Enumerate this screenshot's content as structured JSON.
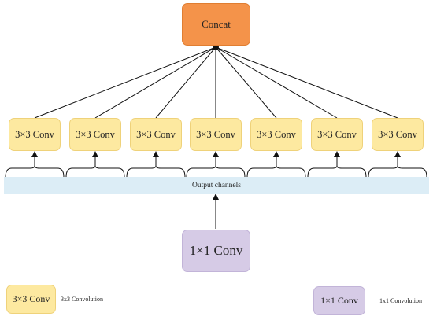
{
  "concat": {
    "label": "Concat"
  },
  "convs": [
    {
      "label": "3×3 Conv"
    },
    {
      "label": "3×3 Conv"
    },
    {
      "label": "3×3 Conv"
    },
    {
      "label": "3×3 Conv"
    },
    {
      "label": "3×3 Conv"
    },
    {
      "label": "3×3 Conv"
    },
    {
      "label": "3×3 Conv"
    }
  ],
  "output_channels": {
    "label": "Output channels"
  },
  "input_conv": {
    "label": "1×1 Conv"
  },
  "legend": {
    "conv3_box": "3×3 Conv",
    "conv3_text": "3x3 Convolution",
    "conv1_box": "1×1 Conv",
    "conv1_text": "1x1 Convolution"
  },
  "colors": {
    "concat": "#f4934a",
    "conv3": "#fde9a0",
    "conv1": "#d6cbe6",
    "band": "#dcedf6"
  }
}
